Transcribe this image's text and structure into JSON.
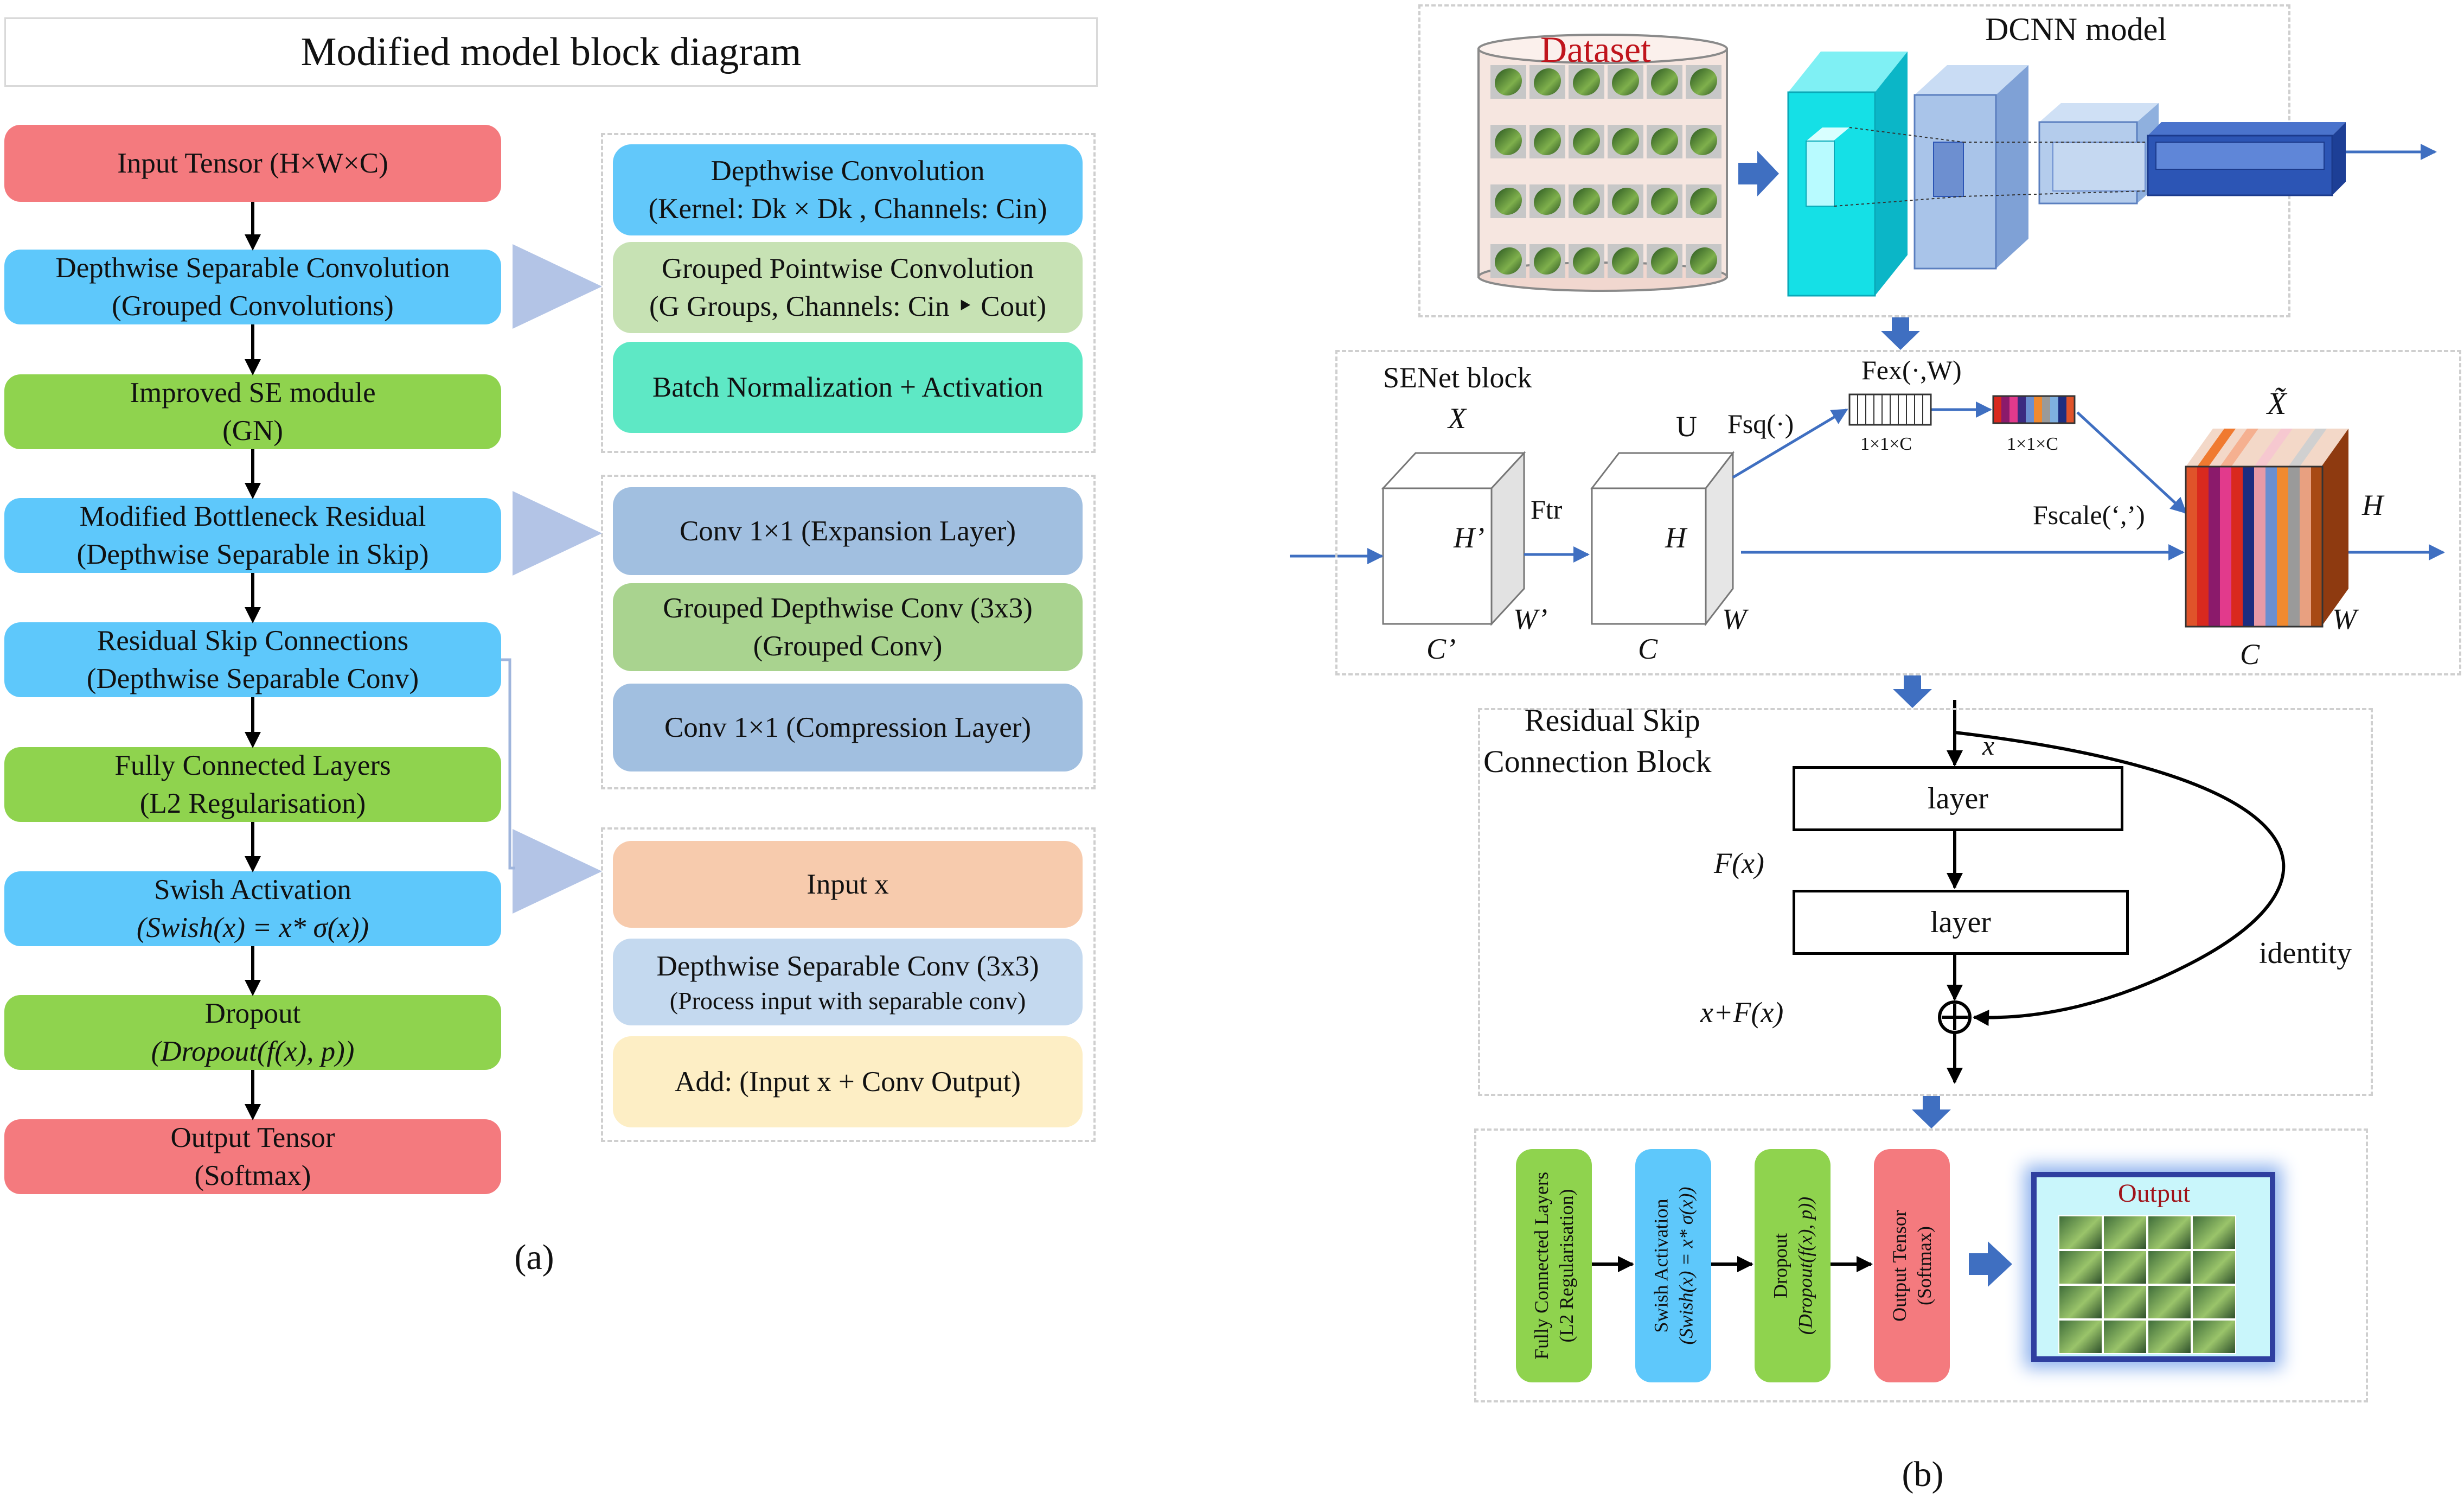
{
  "panel_a": {
    "title": "Modified model block diagram",
    "flow": [
      {
        "l1": "Input Tensor (H×W×C)",
        "l2": "",
        "color": "#f47a7e"
      },
      {
        "l1": "Depthwise Separable Convolution",
        "l2": "(Grouped Convolutions)",
        "color": "#5ec8fb"
      },
      {
        "l1": "Improved SE module",
        "l2": "(GN)",
        "color": "#8fd34e"
      },
      {
        "l1": "Modified Bottleneck Residual",
        "l2": "(Depthwise Separable in Skip)",
        "color": "#5ec8fb"
      },
      {
        "l1": "Residual Skip Connections",
        "l2": "(Depthwise Separable Conv)",
        "color": "#5ec8fb"
      },
      {
        "l1": "Fully Connected Layers",
        "l2": "(L2 Regularisation)",
        "color": "#8fd34e"
      },
      {
        "l1": "Swish Activation",
        "l2": "(Swish(x) = x* σ(x))",
        "color": "#5ec8fb"
      },
      {
        "l1": "Dropout",
        "l2": "(Dropout(f(x), p))",
        "color": "#8fd34e"
      },
      {
        "l1": "Output Tensor",
        "l2": "(Softmax)",
        "color": "#f47a7e"
      }
    ],
    "detail_group1": [
      {
        "l1": "Depthwise Convolution",
        "l2": "(Kernel: Dk × Dk , Channels: Cin)"
      },
      {
        "l1": "Grouped Pointwise Convolution",
        "l2": "(G Groups, Channels: Cin ‣ Cout)"
      },
      {
        "l1": "Batch Normalization + Activation",
        "l2": ""
      }
    ],
    "detail_group2": [
      {
        "l1": "Conv 1×1 (Expansion Layer)",
        "l2": ""
      },
      {
        "l1": "Grouped Depthwise Conv (3x3)",
        "l2": "(Grouped Conv)"
      },
      {
        "l1": "Conv 1×1 (Compression Layer)",
        "l2": ""
      }
    ],
    "detail_group3": [
      {
        "l1": "Input x",
        "l2": ""
      },
      {
        "l1": "Depthwise Separable Conv (3x3)",
        "l2": "(Process input with separable conv)"
      },
      {
        "l1": "Add: (Input x + Conv Output)",
        "l2": ""
      }
    ],
    "caption": "(a)"
  },
  "panel_b": {
    "dataset_label": "Dataset",
    "dcnn_label": "DCNN model",
    "senet": {
      "title": "SENet block",
      "X": "X",
      "H_prime": "H’",
      "W_prime": "W’",
      "C_prime": "C’",
      "F_tr": "Ftr",
      "U": "U",
      "H": "H",
      "W": "W",
      "C": "C",
      "F_sq": "Fsq(·)",
      "F_ex": "Fex(·,W)",
      "size1": "1×1×C",
      "size2": "1×1×C",
      "F_scale": "Fscale(‘,’)",
      "X_tilde": "X̃",
      "H_out": "H",
      "W_out": "W",
      "C_out": "C"
    },
    "residual": {
      "title_line1": "Residual Skip",
      "title_line2": "Connection Block",
      "x": "x",
      "layer1": "layer",
      "layer2": "layer",
      "Fx": "F(x)",
      "sum": "x+F(x)",
      "identity": "identity"
    },
    "final": {
      "fc_l1": "Fully Connected Layers",
      "fc_l2": "(L2 Regularisation)",
      "swish_l1": "Swish Activation",
      "swish_l2": "(Swish(x) = x* σ(x))",
      "dropout_l1": "Dropout",
      "dropout_l2": "(Dropout(f(x), p))",
      "output_l1": "Output Tensor",
      "output_l2": "(Softmax)",
      "output_label": "Output"
    },
    "caption": "(b)"
  },
  "colors": {
    "red": "#f47a7e",
    "blue": "#5ec8fb",
    "green": "#8fd34e",
    "arrow_blue": "#3f6fc1",
    "dataset_red": "#c0141c",
    "output_red": "#a0131a",
    "cube_cyan": "#15e0e6",
    "cube_light": "#a9c4e9",
    "cube_dark": "#2c55b5"
  }
}
